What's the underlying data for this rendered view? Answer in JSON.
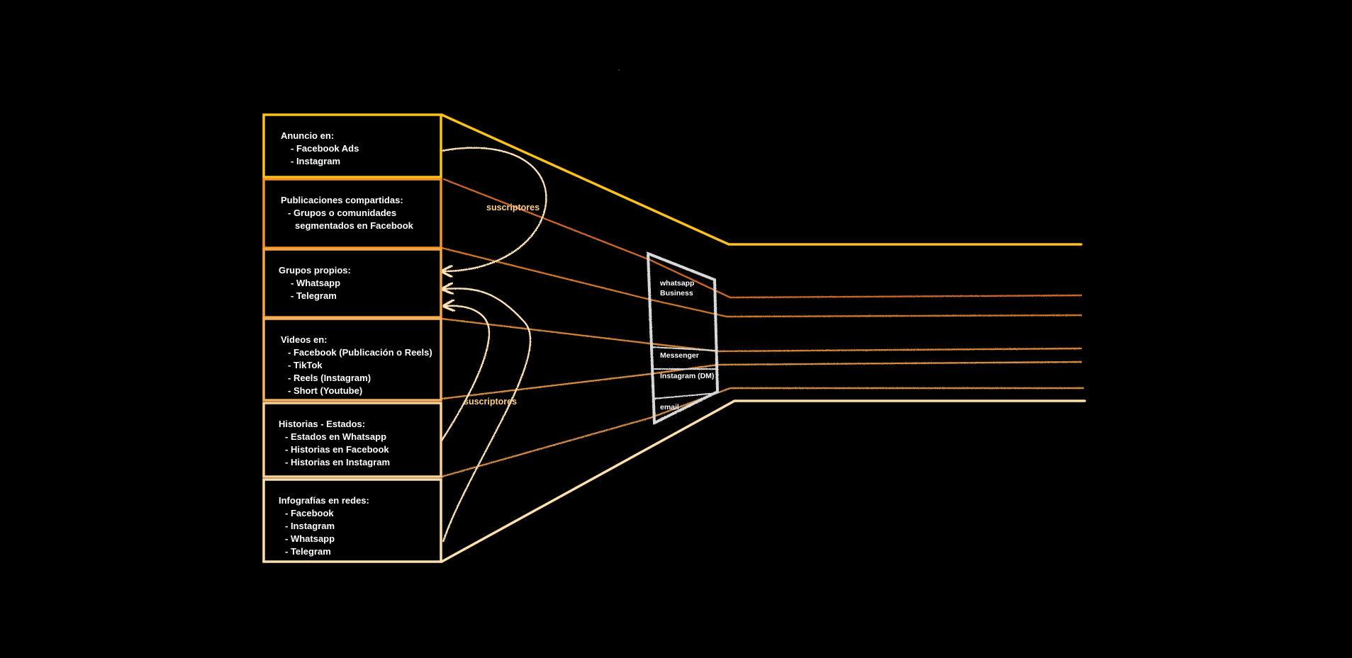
{
  "colors": {
    "background": "#000000",
    "box_1": "#ffc21a",
    "box_2": "#f5922a",
    "box_3": "#f7a446",
    "box_4": "#f9b25e",
    "box_5": "#fcd192",
    "box_6": "#fde0ad",
    "funnel": "#d9d9d9",
    "arrows": "#fde3b8",
    "lines_mid": "#c9742a",
    "lines_light": "#d9924e"
  },
  "boxes": [
    {
      "title": "Anuncio en:",
      "items": [
        "-  Facebook Ads",
        "-  Instagram"
      ]
    },
    {
      "title": "Publicaciones compartidas:",
      "items": [
        "- Grupos o comunidades",
        "  segmentados en Facebook"
      ]
    },
    {
      "title": "Grupos propios:",
      "items": [
        "- Whatsapp",
        "- Telegram"
      ]
    },
    {
      "title": "Videos en:",
      "items": [
        "- Facebook (Publicación o Reels)",
        "- TikTok",
        "- Reels (Instagram)",
        "- Short (Youtube)"
      ]
    },
    {
      "title": "Historias - Estados:",
      "items": [
        "- Estados en Whatsapp",
        "- Historias en Facebook",
        "- Historias en Instagram"
      ]
    },
    {
      "title": "Infografías en redes:",
      "items": [
        "- Facebook",
        "- Instagram",
        "- Whatsapp",
        "- Telegram"
      ]
    }
  ],
  "channels": {
    "whatsapp": [
      "whatsapp",
      "Business"
    ],
    "messenger": "Messenger",
    "instagram": "Instagram (DM)",
    "email": "email"
  },
  "arrow_labels": {
    "top": "suscriptores",
    "bottom": "suscriptores"
  }
}
